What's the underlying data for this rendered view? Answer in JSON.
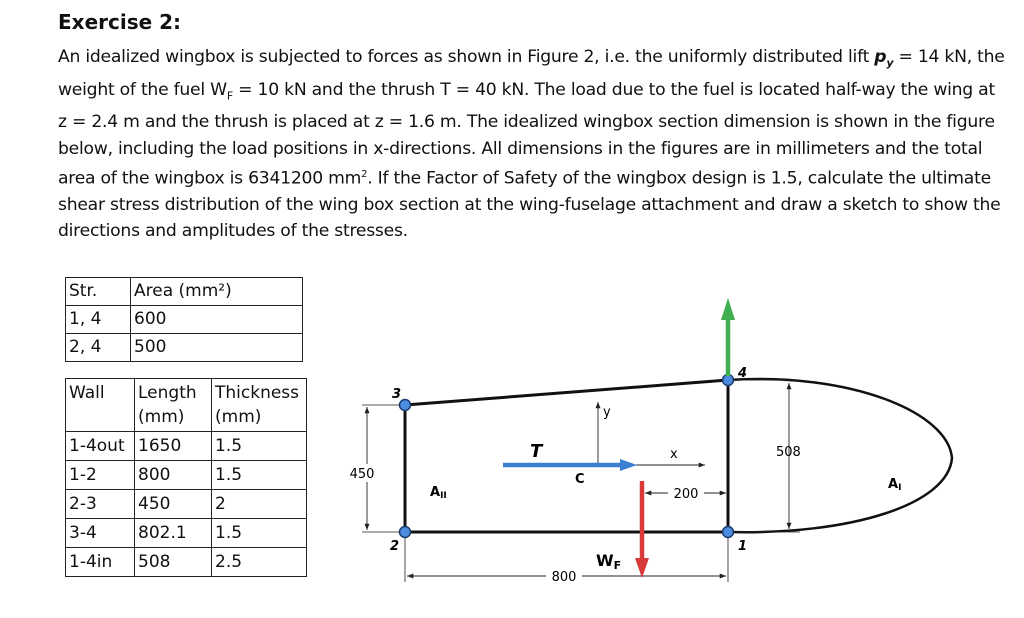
{
  "title": "Exercise 2:",
  "paragraph": {
    "p1": "An idealized wingbox is subjected to forces as shown in Figure 2, i.e.  the uniformly distributed lift ",
    "py": "p",
    "py_sub": "y",
    "p2": " = 14 kN, the weight of the fuel W",
    "wf_sub": "F",
    "p3": " = 10 kN and the thrush T = 40 kN.  The load due to the fuel is located half-way the wing at z = 2.4 m and the thrush is placed at z = 1.6 m. The idealized wingbox section dimension is shown in the figure below, including the load positions in x-directions.  All dimensions in the figures are in millimeters and the total area of the wingbox is 6341200 mm",
    "sup": "2",
    "p4": ". If the Factor of Safety of the wingbox design is 1.5, calculate the ultimate shear stress distribution of the wing box section at the wing-fuselage attachment and draw a sketch to show the directions and amplitudes of the stresses."
  },
  "stringer_table": {
    "headers": [
      "Str.",
      "Area (mm²)"
    ],
    "rows": [
      [
        "1, 4",
        "600"
      ],
      [
        "2, 4",
        "500"
      ]
    ]
  },
  "wall_table": {
    "headers": [
      "Wall",
      "Length (mm)",
      "Thickness (mm)"
    ],
    "rows": [
      [
        "1-4out",
        "1650",
        "1.5"
      ],
      [
        "1-2",
        "800",
        "1.5"
      ],
      [
        "2-3",
        "450",
        "2"
      ],
      [
        "3-4",
        "802.1",
        "1.5"
      ],
      [
        "1-4in",
        "508",
        "2.5"
      ]
    ]
  },
  "figure": {
    "node_labels": [
      "3",
      "2",
      "4",
      "1"
    ],
    "dim_450": "450",
    "dim_508": "508",
    "dim_200": "200",
    "dim_800": "800",
    "area_II": "A",
    "area_II_sub": "II",
    "area_I": "A",
    "area_I_sub": "I",
    "thrust": "T",
    "fuel": "W",
    "fuel_sub": "F",
    "centroid": "C",
    "axis_y": "y",
    "axis_x": "x",
    "colors": {
      "thrust": "#3d7fd0",
      "fuel": "#d83a3a",
      "lift": "#3fae4f",
      "node": "#4d8de0"
    }
  }
}
